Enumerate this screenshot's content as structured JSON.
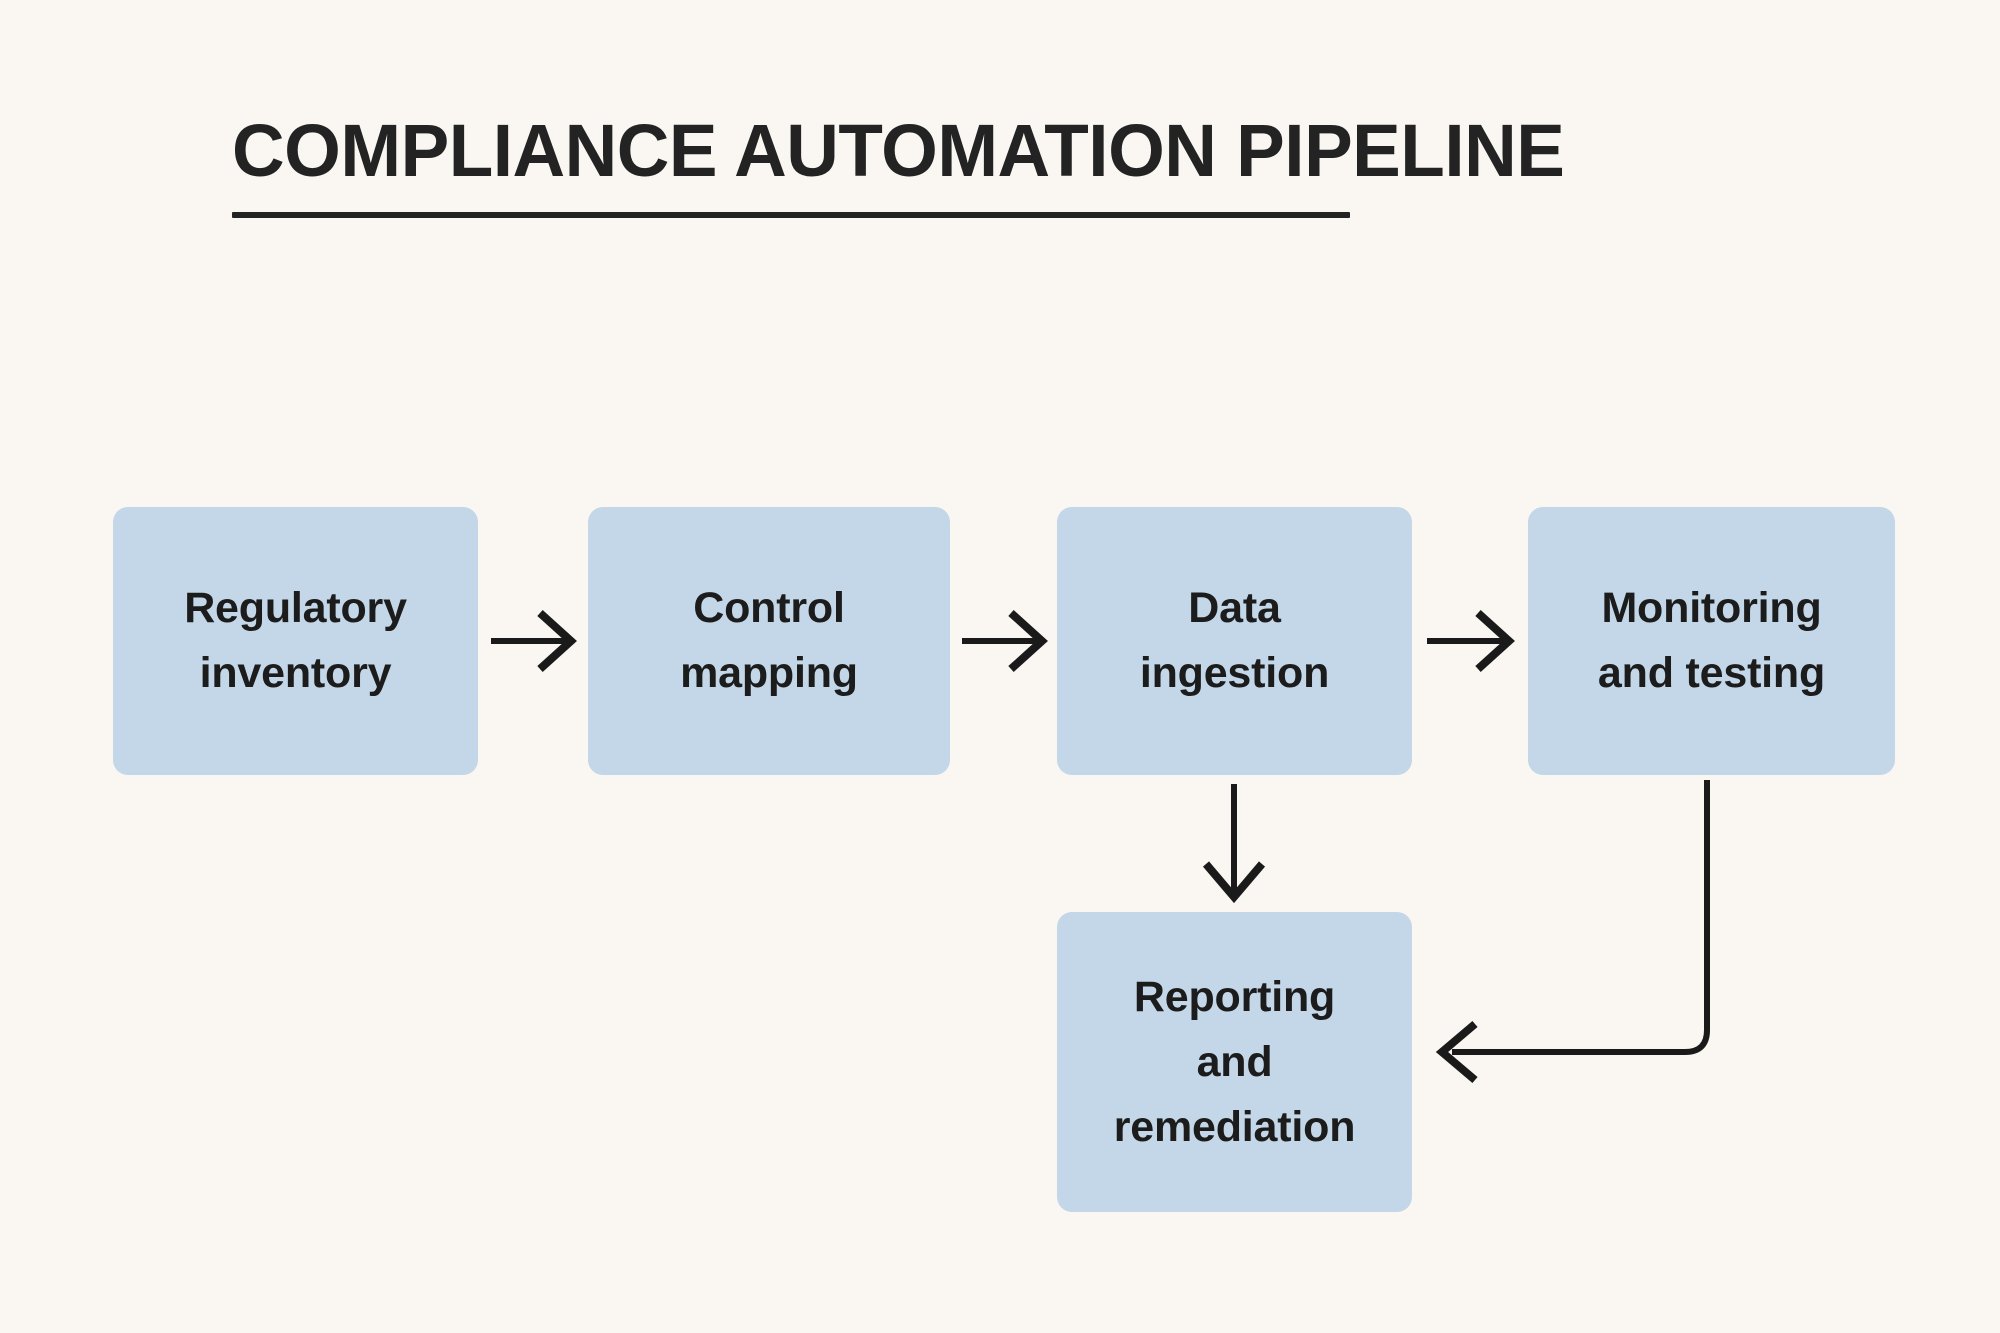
{
  "page": {
    "background_color": "#faf7f3",
    "title": "COMPLIANCE AUTOMATION PIPELINE",
    "title_color": "#232323",
    "rule_color": "#232323"
  },
  "diagram": {
    "type": "flowchart",
    "node_fill_color": "#c3d7e8",
    "node_text_color": "#1c1c1c",
    "connector_color": "#1a1a1a",
    "nodes": [
      {
        "id": "regulatory-inventory",
        "label": "Regulatory\ninventory",
        "line1": "Regulatory",
        "line2": "inventory",
        "line3": ""
      },
      {
        "id": "control-mapping",
        "label": "Control\nmapping",
        "line1": "Control",
        "line2": "mapping",
        "line3": ""
      },
      {
        "id": "data-ingestion",
        "label": "Data\ningestion",
        "line1": "Data",
        "line2": "ingestion",
        "line3": ""
      },
      {
        "id": "monitoring-testing",
        "label": "Monitoring\nand testing",
        "line1": "Monitoring",
        "line2": "and testing",
        "line3": ""
      },
      {
        "id": "reporting-remediation",
        "label": "Reporting\nand\nremediation",
        "line1": "Reporting",
        "line2": "and",
        "line3": "remediation"
      }
    ],
    "edges": [
      {
        "id": "edge-1",
        "from": "regulatory-inventory",
        "to": "control-mapping",
        "direction": "right",
        "label": ""
      },
      {
        "id": "edge-2",
        "from": "control-mapping",
        "to": "data-ingestion",
        "direction": "right",
        "label": ""
      },
      {
        "id": "edge-3",
        "from": "data-ingestion",
        "to": "monitoring-testing",
        "direction": "right",
        "label": ""
      },
      {
        "id": "edge-4",
        "from": "data-ingestion",
        "to": "reporting-remediation",
        "direction": "down",
        "label": ""
      },
      {
        "id": "edge-5",
        "from": "monitoring-testing",
        "to": "reporting-remediation",
        "direction": "elbow-left",
        "label": ""
      }
    ]
  }
}
